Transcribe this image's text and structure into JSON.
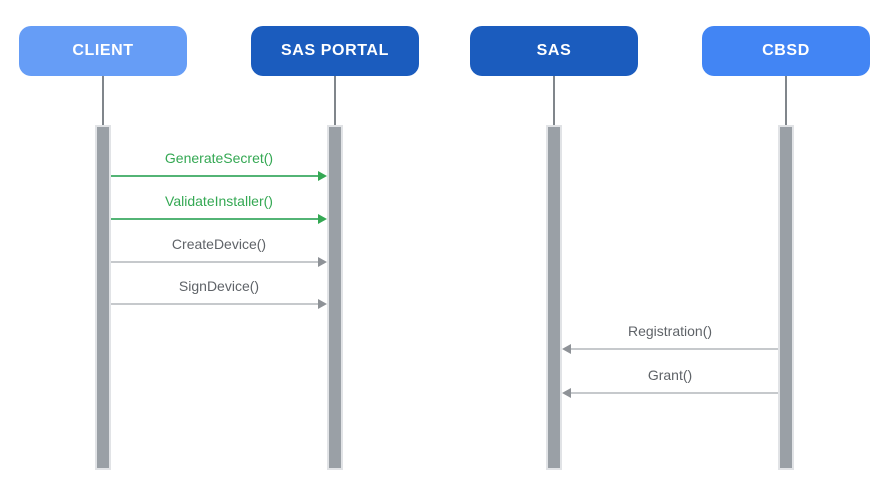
{
  "diagram": {
    "type": "sequence-diagram",
    "background": "#FFFFFF"
  },
  "colors": {
    "actor_light_blue": "#669DF6",
    "actor_dark_blue": "#1B5CBE",
    "actor_medium_blue": "#4285F4",
    "actor_label_text": "#FFFFFF",
    "lifeline_gray": "#80868B",
    "activation_fill": "#9AA0A6",
    "activation_border": "#E1E3E6",
    "message_green_text": "#34A853",
    "message_green_line": "#53B475",
    "message_gray_text": "#5F6368",
    "message_gray_line": "#C6C9CC",
    "message_gray_head": "#8E9297"
  },
  "actors": [
    {
      "id": "client",
      "label": "CLIENT",
      "color": "#669DF6"
    },
    {
      "id": "sas-portal",
      "label": "SAS PORTAL",
      "color": "#1B5CBE"
    },
    {
      "id": "sas",
      "label": "SAS",
      "color": "#1B5CBE"
    },
    {
      "id": "cbsd",
      "label": "CBSD",
      "color": "#4285F4"
    }
  ],
  "messages": [
    {
      "label": "GenerateSecret()",
      "from": "CLIENT",
      "to": "SAS PORTAL",
      "direction": "right",
      "color": "green"
    },
    {
      "label": "ValidateInstaller()",
      "from": "CLIENT",
      "to": "SAS PORTAL",
      "direction": "right",
      "color": "green"
    },
    {
      "label": "CreateDevice()",
      "from": "CLIENT",
      "to": "SAS PORTAL",
      "direction": "right",
      "color": "gray"
    },
    {
      "label": "SignDevice()",
      "from": "CLIENT",
      "to": "SAS PORTAL",
      "direction": "right",
      "color": "gray"
    },
    {
      "label": "Registration()",
      "from": "CBSD",
      "to": "SAS",
      "direction": "left",
      "color": "gray"
    },
    {
      "label": "Grant()",
      "from": "CBSD",
      "to": "SAS",
      "direction": "left",
      "color": "gray"
    }
  ]
}
